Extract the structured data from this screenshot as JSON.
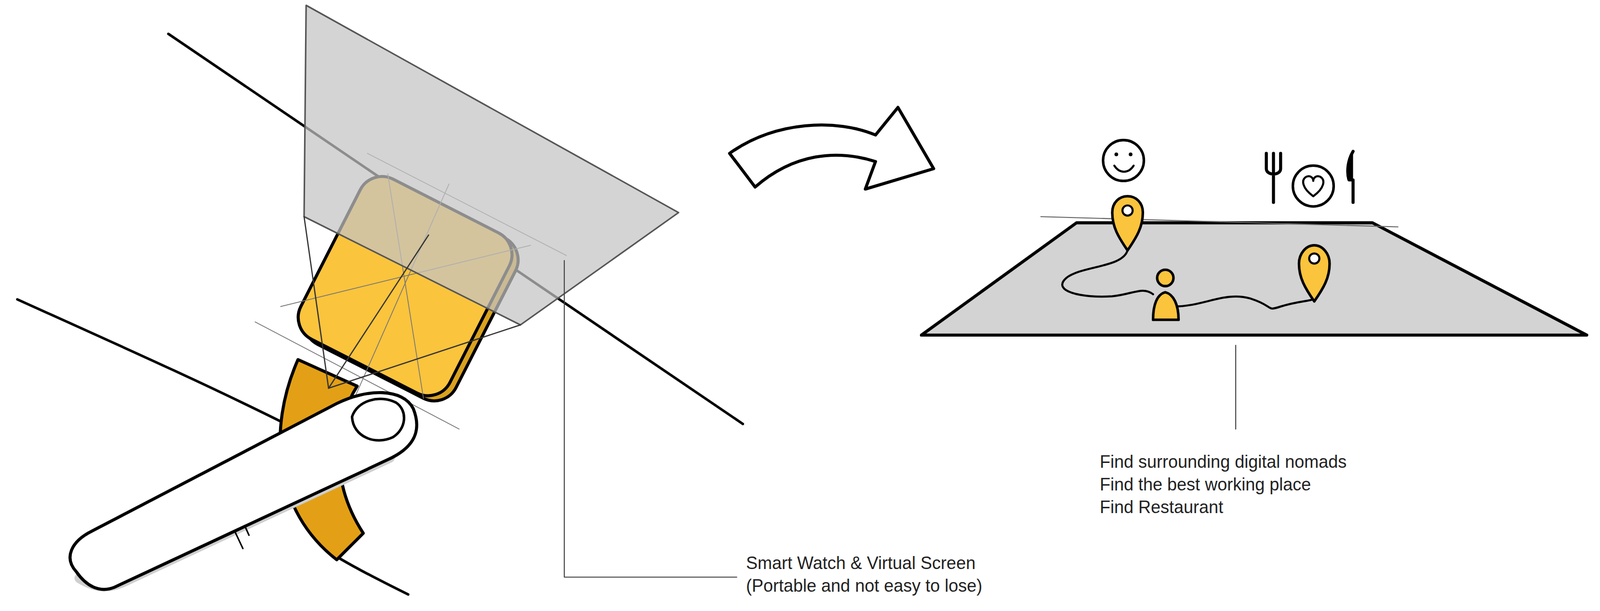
{
  "diagram": {
    "labels": [
      "Smart Watch & Virtual Screen",
      "(Portable and not easy to lose)",
      "Find surrounding digital nomads",
      "Find the best working place",
      "Find Restaurant"
    ]
  }
}
